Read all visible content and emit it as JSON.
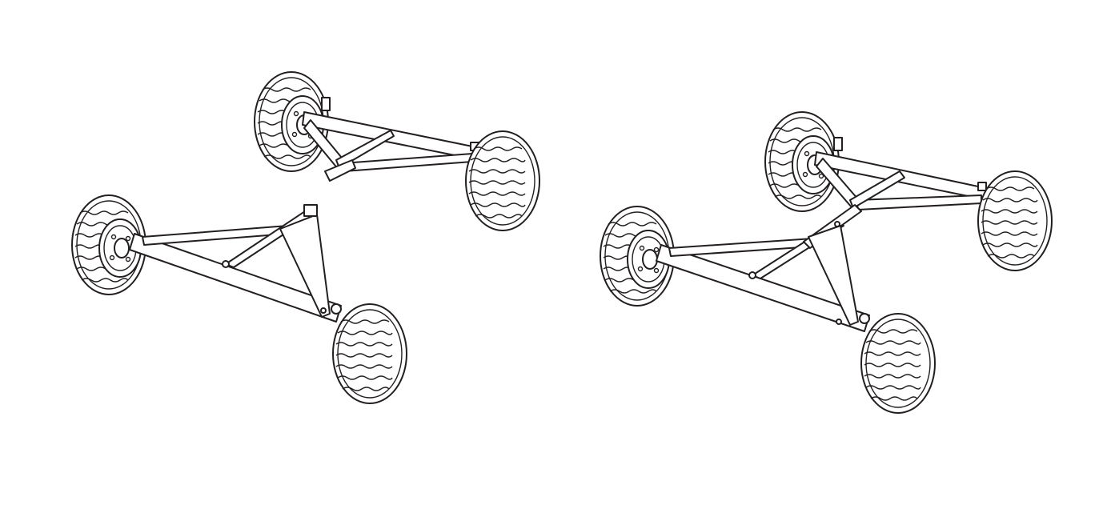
{
  "figure": {
    "background": "#ffffff",
    "line_color": "#231f20",
    "panels": [
      {
        "id": "exploded",
        "state": "separated",
        "parts": [
          "front-axle-assembly",
          "rear-axle-assembly"
        ]
      },
      {
        "id": "assembled",
        "state": "connected",
        "parts": [
          "front-axle-assembly",
          "rear-axle-assembly"
        ]
      }
    ]
  }
}
